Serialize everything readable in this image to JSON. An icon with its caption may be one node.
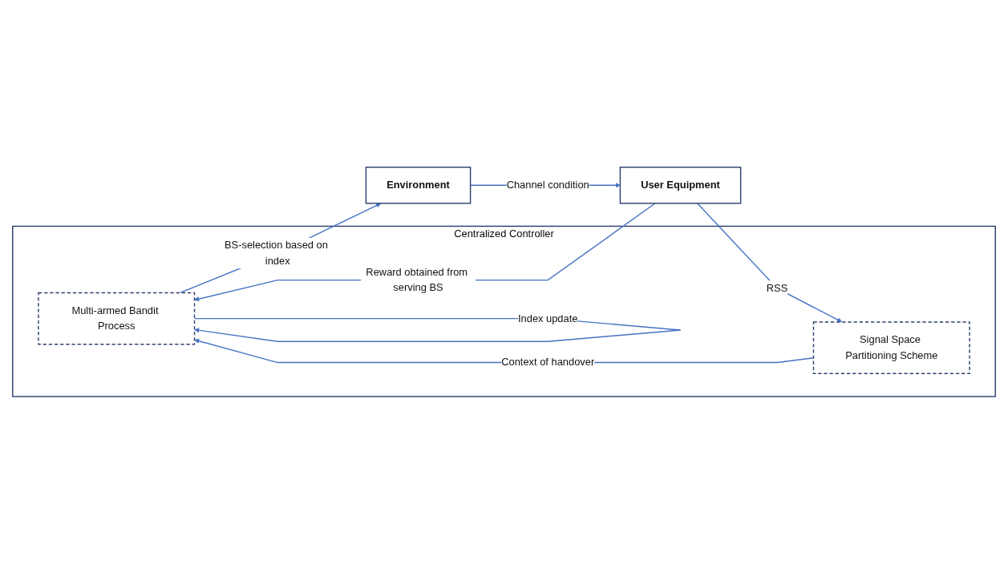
{
  "diagram": {
    "nodes": [
      {
        "text": [
          "Centralized Controller"
        ]
      },
      {
        "text": [
          "Multi-armed Bandit Process"
        ],
        "in": 0
      },
      {
        "text": [
          "Signal Space Partitioning Scheme"
        ],
        "in": 0
      },
      {
        "text": [
          "Environment"
        ]
      },
      {
        "text": [
          "User Equipment"
        ]
      }
    ],
    "edges": [
      {
        "from": 1,
        "to": 3,
        "arrow": "to",
        "label": "BS-selection based on index"
      },
      {
        "from": 1,
        "to": 1,
        "arrow": "to",
        "label": "Index update"
      },
      {
        "from": 2,
        "to": 1,
        "arrow": "to",
        "label": "Context of handover"
      },
      {
        "from": 3,
        "to": 4,
        "arrow": "to",
        "label": "Channel condition"
      },
      {
        "from": 4,
        "to": 2,
        "arrow": "to",
        "label": "RSS"
      },
      {
        "from": 4,
        "to": 1,
        "arrow": "to",
        "label": "Reward obtained from serving BS"
      }
    ]
  }
}
